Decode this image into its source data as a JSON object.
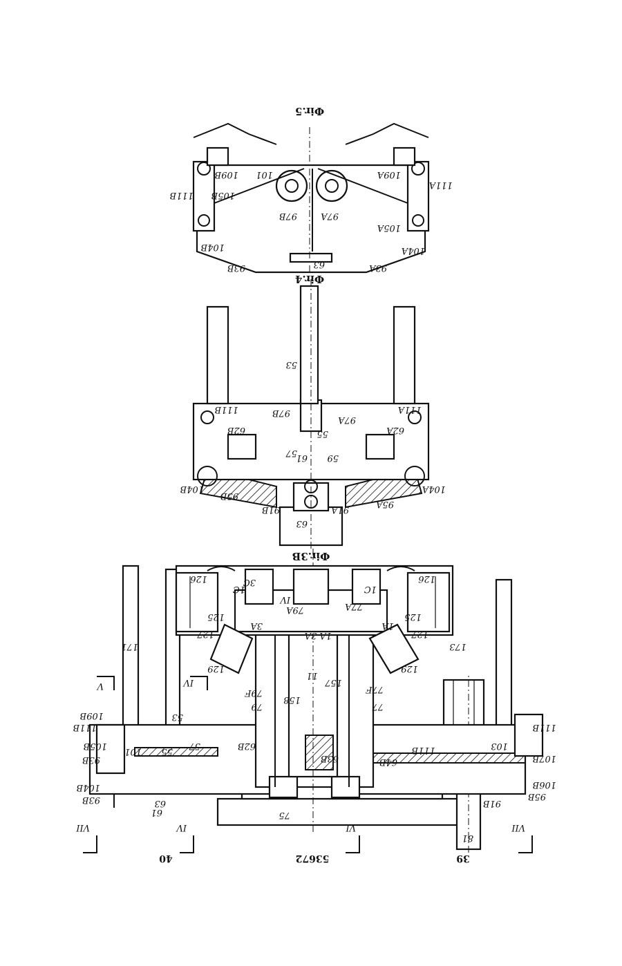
{
  "page": {
    "rotated_180": true
  },
  "page_numbers": {
    "left": "39",
    "center": "53672",
    "right": "40"
  },
  "figures": {
    "fig5": {
      "caption": "Фir.5",
      "labels": [
        "101",
        "109B",
        "109A",
        "111B",
        "111A",
        "105B",
        "105A",
        "97B",
        "97A",
        "104B",
        "104A",
        "93B",
        "93A",
        "63"
      ]
    },
    "fig4": {
      "caption": "Фir.4",
      "labels": [
        "53",
        "111B",
        "111A",
        "97B",
        "97A",
        "62B",
        "62A",
        "55",
        "57",
        "59",
        "61",
        "104B",
        "104A",
        "95B",
        "95A",
        "91B",
        "91A",
        "63"
      ]
    },
    "fig3b": {
      "caption": "Фir.3B",
      "labels": [
        "126",
        "126",
        "1C",
        "3C",
        "1C",
        "IV",
        "77A",
        "79A",
        "125",
        "125",
        "3A",
        "1A",
        "1A 3A",
        "127",
        "127",
        "171",
        "173",
        "129",
        "129",
        "11",
        "79F",
        "77F",
        "157",
        "79",
        "77",
        "158",
        "V",
        "IV",
        "53",
        "63B",
        "109B",
        "111B",
        "111B",
        "105B",
        "101",
        "55",
        "57",
        "62B",
        "64B",
        "111B",
        "103",
        "107B",
        "93B",
        "104B",
        "93B",
        "61",
        "63",
        "106B",
        "95B",
        "91B",
        "75",
        "V",
        "VII",
        "IV",
        "VI",
        "VII",
        "81"
      ]
    }
  }
}
